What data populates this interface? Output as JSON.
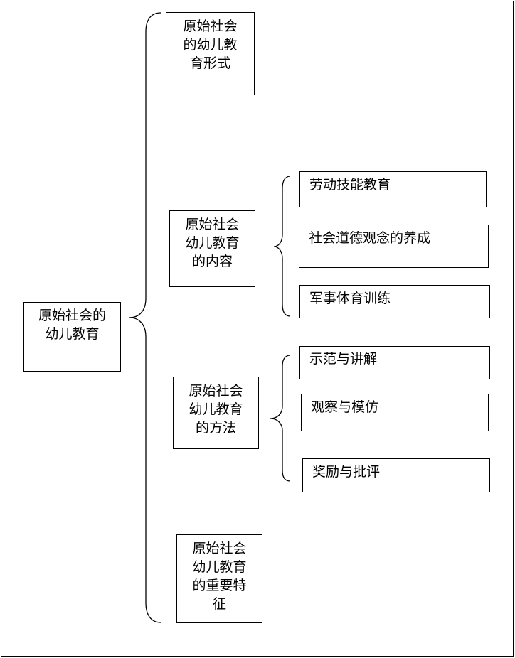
{
  "root": {
    "lines": [
      "原始社会的",
      "幼儿教育"
    ]
  },
  "branches": [
    {
      "lines": [
        "原始社会",
        "的幼儿教",
        "育形式"
      ],
      "children": []
    },
    {
      "lines": [
        "原始社会",
        "幼儿教育",
        "的内容"
      ],
      "children": [
        "劳动技能教育",
        "社会道德观念的养成",
        "军事体育训练"
      ]
    },
    {
      "lines": [
        "原始社会",
        "幼儿教育",
        "的方法"
      ],
      "children": [
        "示范与讲解",
        "观察与模仿",
        "奖励与批评"
      ]
    },
    {
      "lines": [
        "原始社会",
        "幼儿教育",
        "的重要特",
        "征"
      ],
      "children": []
    }
  ]
}
